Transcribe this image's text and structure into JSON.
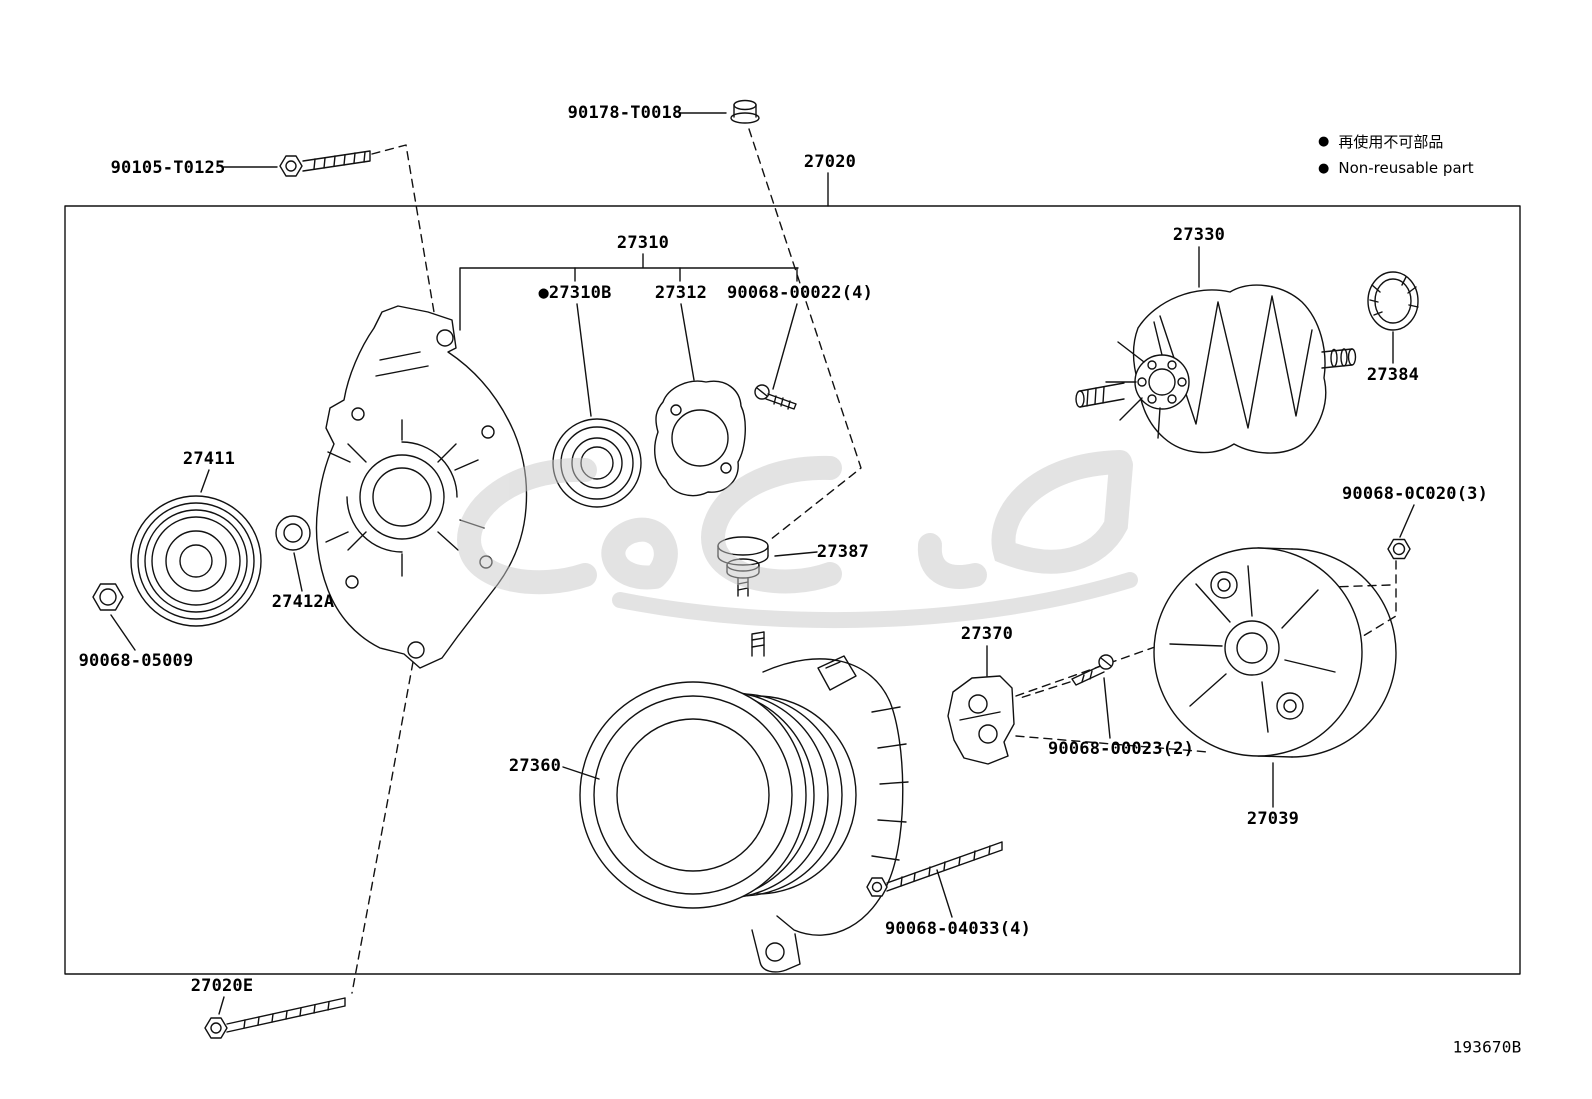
{
  "legend": {
    "bullet": "●",
    "line1": "再使用不可部品",
    "line2": "Non-reusable part"
  },
  "footer_code": "193670B",
  "colors": {
    "line": "#111111",
    "watermark": "#c9c9c9",
    "background": "#ffffff"
  },
  "parts": {
    "p90178": "90178-T0018",
    "p90105": "90105-T0125",
    "p27020": "27020",
    "p27310": "27310",
    "p27310b": "●27310B",
    "p27312": "27312",
    "p9006800022": "90068-00022(4)",
    "p27330": "27330",
    "p27384": "27384",
    "p90680c020": "90068-0C020(3)",
    "p27411": "27411",
    "p27412a": "27412A",
    "p9006805009": "90068-05009",
    "p27387": "27387",
    "p27370": "27370",
    "p9006800023": "90068-00023(2)",
    "p27360": "27360",
    "p27039": "27039",
    "p9006804033": "90068-04033(4)",
    "p27020e": "27020E"
  }
}
